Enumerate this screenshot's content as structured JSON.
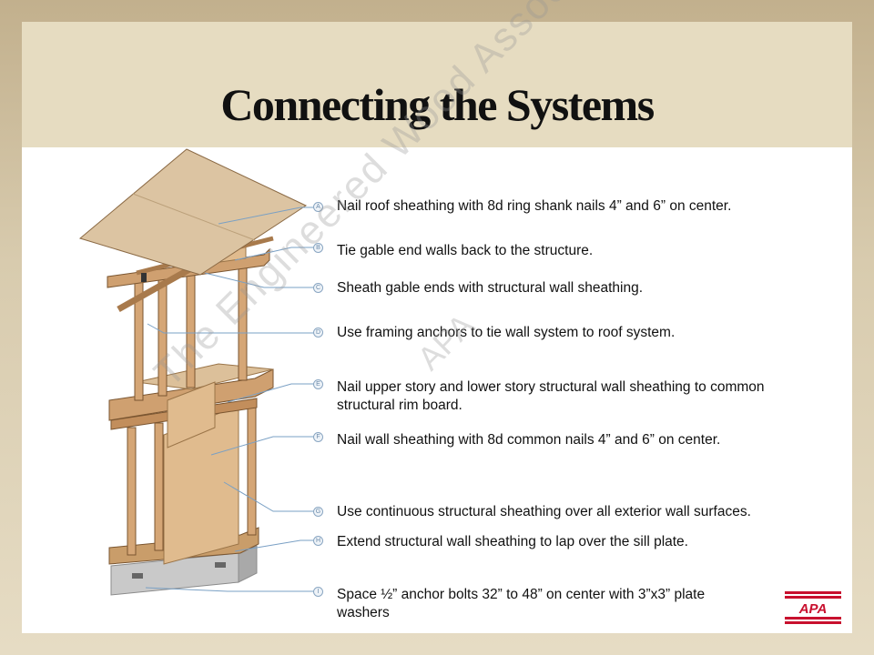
{
  "slide": {
    "title": "Connecting the Systems",
    "watermark": "The Engineered Wood Association",
    "watermark_badge": "APA"
  },
  "callouts": [
    {
      "marker": "A",
      "text": "Nail roof sheathing with 8d ring shank nails 4” and 6” on center."
    },
    {
      "marker": "B",
      "text": "Tie gable end walls back to the structure."
    },
    {
      "marker": "C",
      "text": "Sheath gable ends with structural wall sheathing."
    },
    {
      "marker": "D",
      "text": "Use framing anchors to tie wall system to roof system."
    },
    {
      "marker": "E",
      "text": "Nail upper story and lower story structural wall sheathing to common structural rim board."
    },
    {
      "marker": "F",
      "text": "Nail wall sheathing with 8d common nails 4” and 6” on center."
    },
    {
      "marker": "G",
      "text": "Use continuous structural sheathing over all exterior wall surfaces."
    },
    {
      "marker": "H",
      "text": "Extend structural wall sheathing to lap over the sill plate."
    },
    {
      "marker": "I",
      "text": "Space ½” anchor bolts 32” to 48” on center with 3”x3” plate washers"
    }
  ],
  "logo": {
    "text": "APA",
    "color": "#c8102e"
  }
}
